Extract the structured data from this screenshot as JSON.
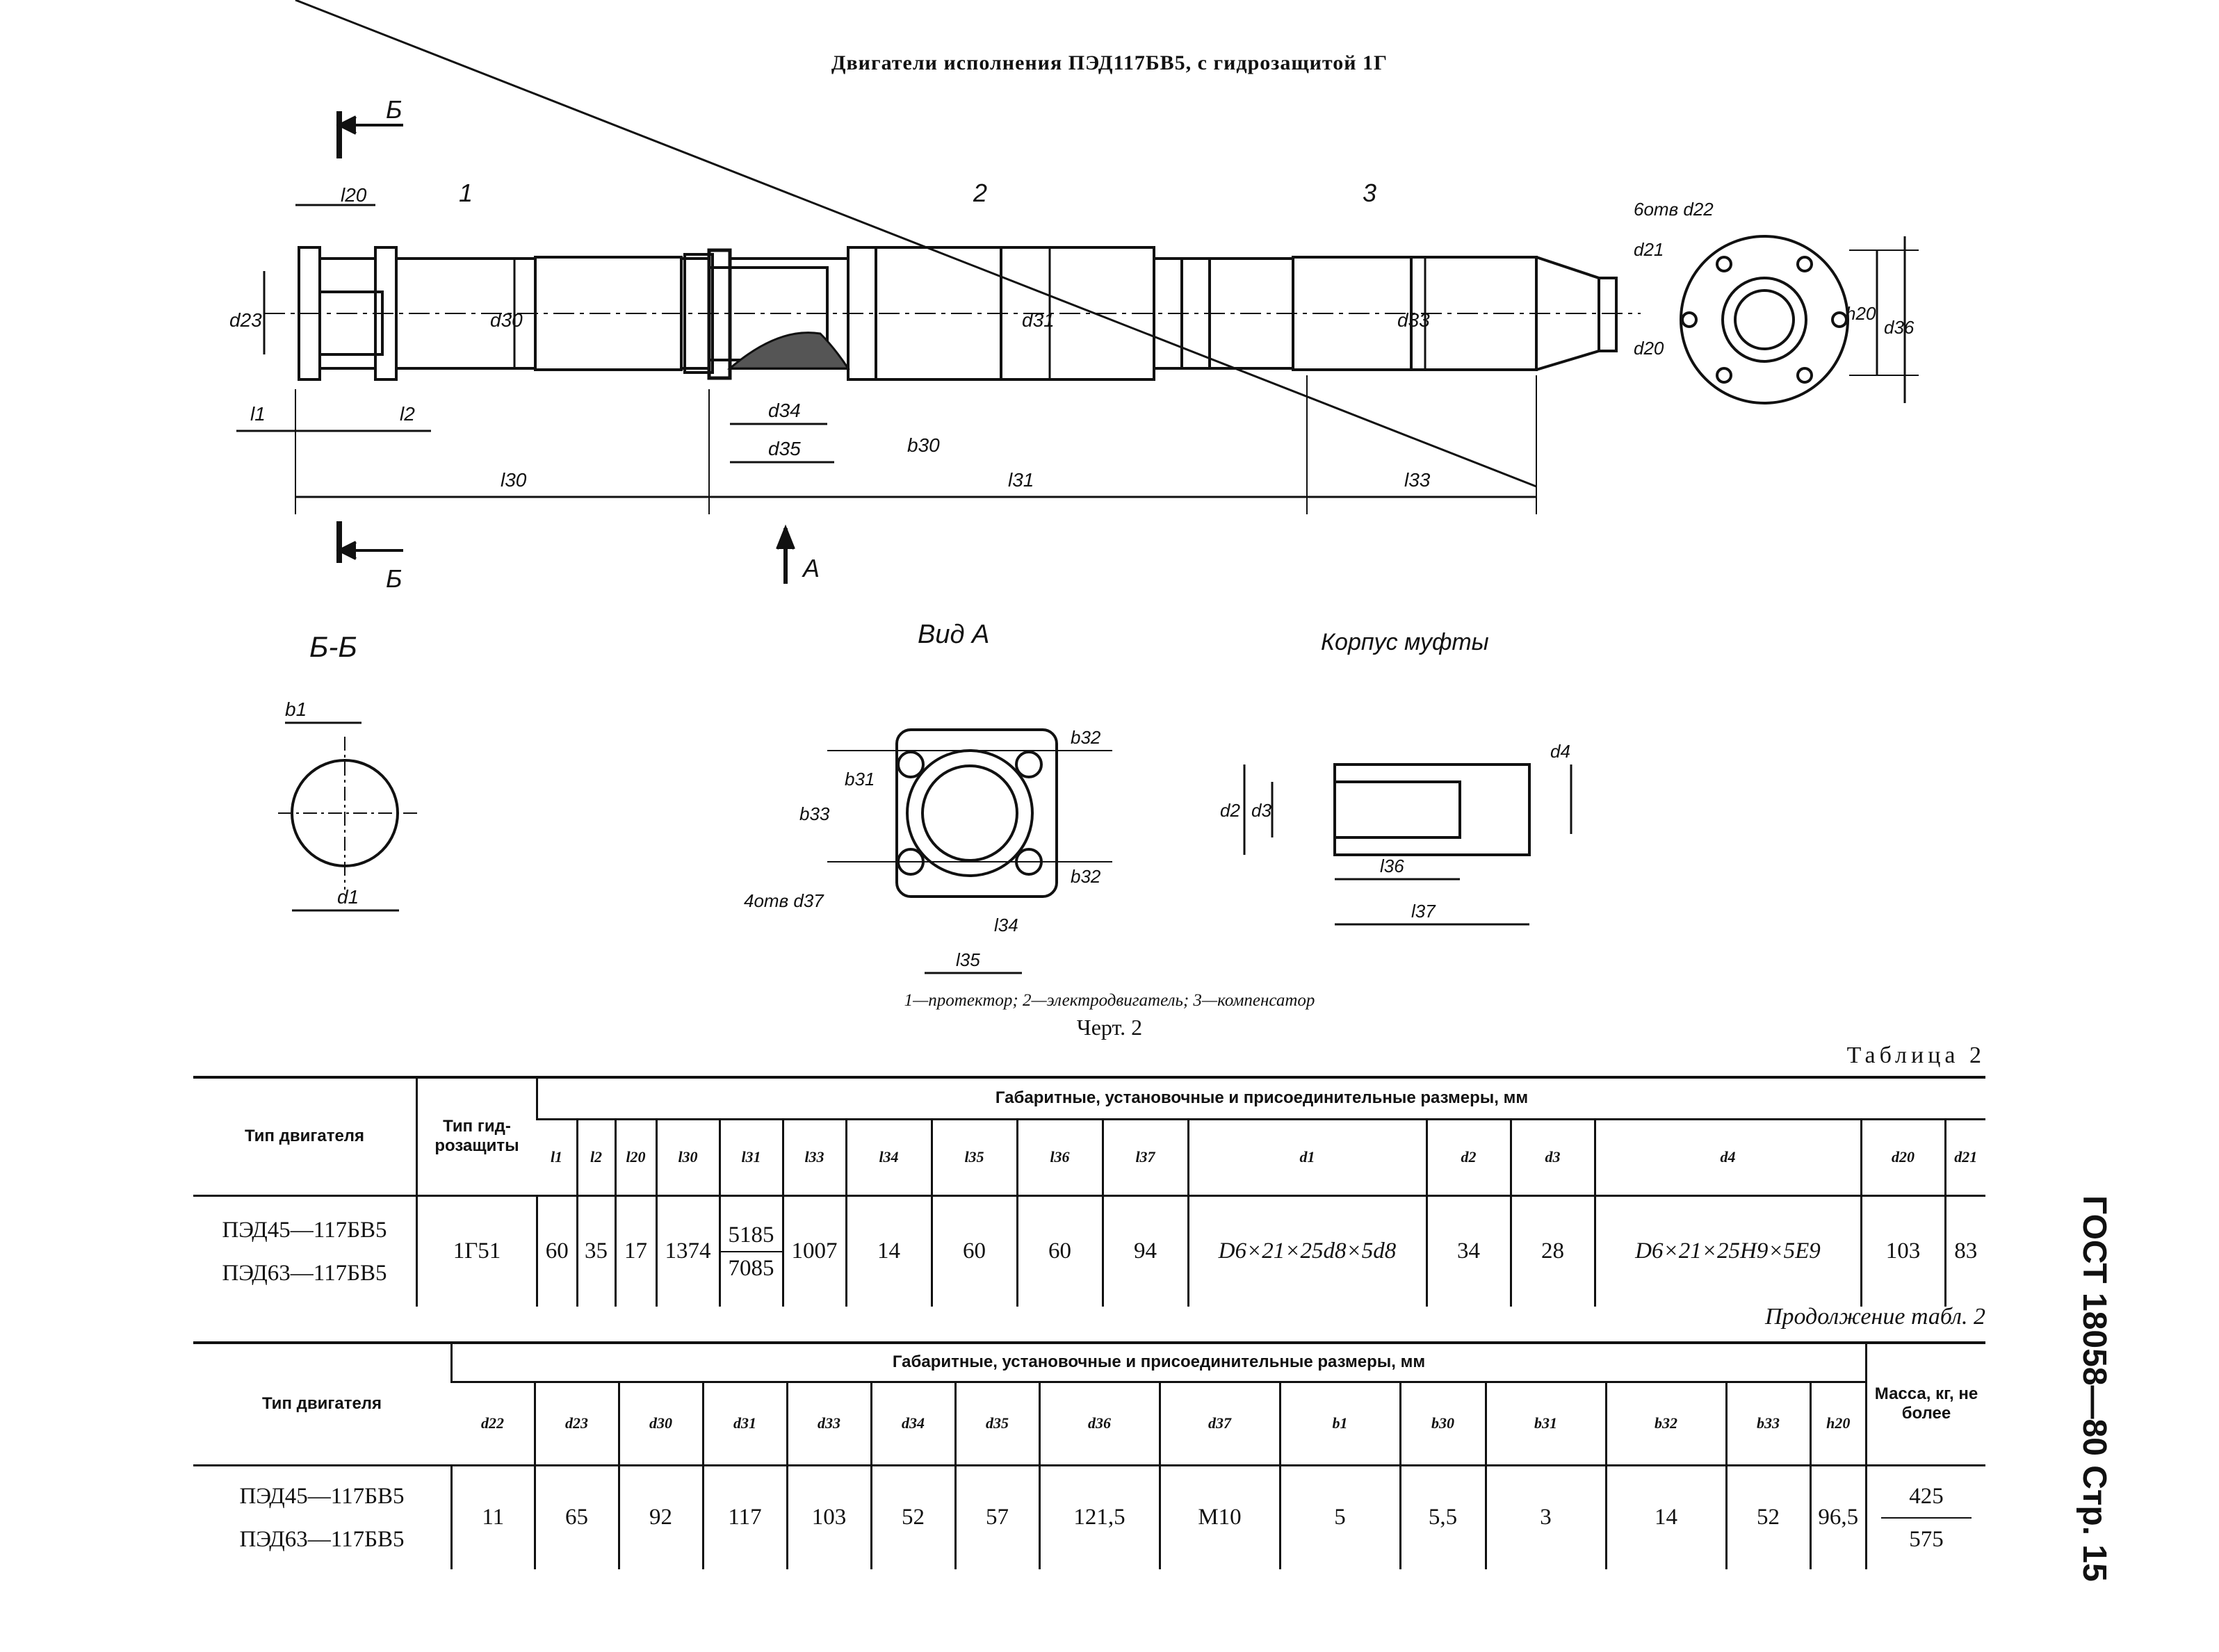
{
  "title": "Двигатели исполнения ПЭД117БВ5, с гидрозащитой 1Г",
  "drawing": {
    "section_mark": "Б",
    "callout_1": "1",
    "callout_2": "2",
    "callout_3": "3",
    "view_arrow": "A",
    "dims_main": [
      "l20",
      "d23",
      "d30",
      "d31",
      "d33",
      "l1",
      "l2",
      "d34",
      "d35",
      "b30",
      "l30",
      "l31",
      "l33"
    ],
    "end_view": [
      "6отв d22",
      "d21",
      "d20",
      "h20",
      "d36"
    ],
    "section_label": "Б-Б",
    "section_dims": [
      "b1",
      "d1"
    ],
    "view_a_label": "Вид А",
    "view_a_dims": [
      "b32",
      "b31",
      "b33",
      "b32",
      "4отв d37",
      "l34",
      "l35"
    ],
    "coupling_label": "Корпус муфты",
    "coupling_dims": [
      "d2",
      "d3",
      "d4",
      "l36",
      "l37"
    ]
  },
  "caption": "1—протектор; 2—электродвигатель; 3—компенсатор",
  "chert": "Черт. 2",
  "table1": {
    "label": "Таблица 2",
    "col_type": "Тип двигателя",
    "col_protect": "Тип гид-розащиты",
    "group_header": "Габаритные, установочные и присоединительные размеры, мм",
    "dims": [
      "l1",
      "l2",
      "l20",
      "l30",
      "l31",
      "l33",
      "l34",
      "l35",
      "l36",
      "l37",
      "d1",
      "d2",
      "d3",
      "d4",
      "d20",
      "d21"
    ],
    "engines": [
      "ПЭД45—117БВ5",
      "ПЭД63—117БВ5"
    ],
    "protection": "1Г51",
    "values": {
      "l1": "60",
      "l2": "35",
      "l20": "17",
      "l30": "1374",
      "l31_a": "5185",
      "l31_b": "7085",
      "l33": "1007",
      "l34": "14",
      "l35": "60",
      "l36": "60",
      "l37": "94",
      "d1": "D6×21×25d8×5d8",
      "d2": "34",
      "d3": "28",
      "d4": "D6×21×25H9×5E9",
      "d20": "103",
      "d21": "83"
    }
  },
  "table2": {
    "label": "Продолжение табл. 2",
    "col_type": "Тип двигателя",
    "group_header": "Габаритные, установочные и присоединительные размеры, мм",
    "dims": [
      "d22",
      "d23",
      "d30",
      "d31",
      "d33",
      "d34",
      "d35",
      "d36",
      "d37",
      "b1",
      "b30",
      "b31",
      "b32",
      "b33",
      "h20"
    ],
    "mass_header": "Масса, кг, не более",
    "engines": [
      "ПЭД45—117БВ5",
      "ПЭД63—117БВ5"
    ],
    "values": [
      "11",
      "65",
      "92",
      "117",
      "103",
      "52",
      "57",
      "121,5",
      "M10",
      "5",
      "5,5",
      "3",
      "14",
      "52",
      "96,5"
    ],
    "mass": [
      "425",
      "575"
    ]
  },
  "side_label": "ГОСТ 18058—80 Стр. 15"
}
